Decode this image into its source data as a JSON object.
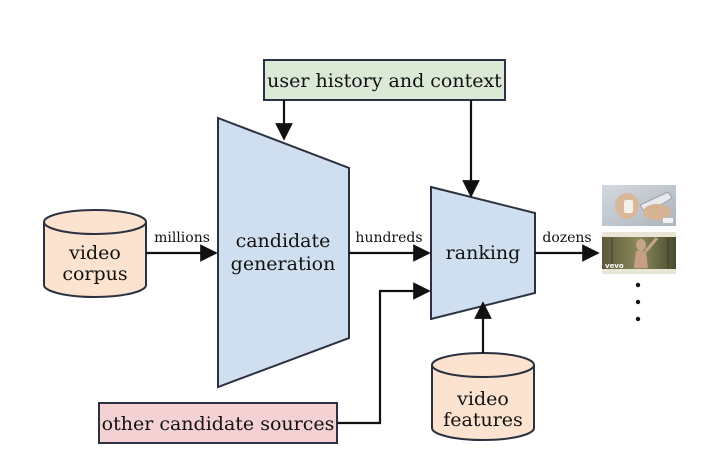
{
  "nodes": {
    "user_history": "user history and context",
    "video_corpus": [
      "video",
      "corpus"
    ],
    "candidate_generation": [
      "candidate",
      "generation"
    ],
    "ranking": "ranking",
    "video_features": [
      "video",
      "features"
    ],
    "other_sources": "other candidate sources"
  },
  "edges": {
    "corpus_to_generation": "millions",
    "generation_to_ranking": "hundreds",
    "ranking_to_output": "dozens"
  },
  "thumbnails": {
    "bottom_watermark": "vevo"
  },
  "colors": {
    "trapezoid_fill": "#cfdff0",
    "trapezoid_stroke": "#2b3140",
    "cylinder_fill": "#fbe3cf",
    "green_box_fill": "#dbead6",
    "pink_box_fill": "#f4d1d3",
    "line": "#111111"
  }
}
